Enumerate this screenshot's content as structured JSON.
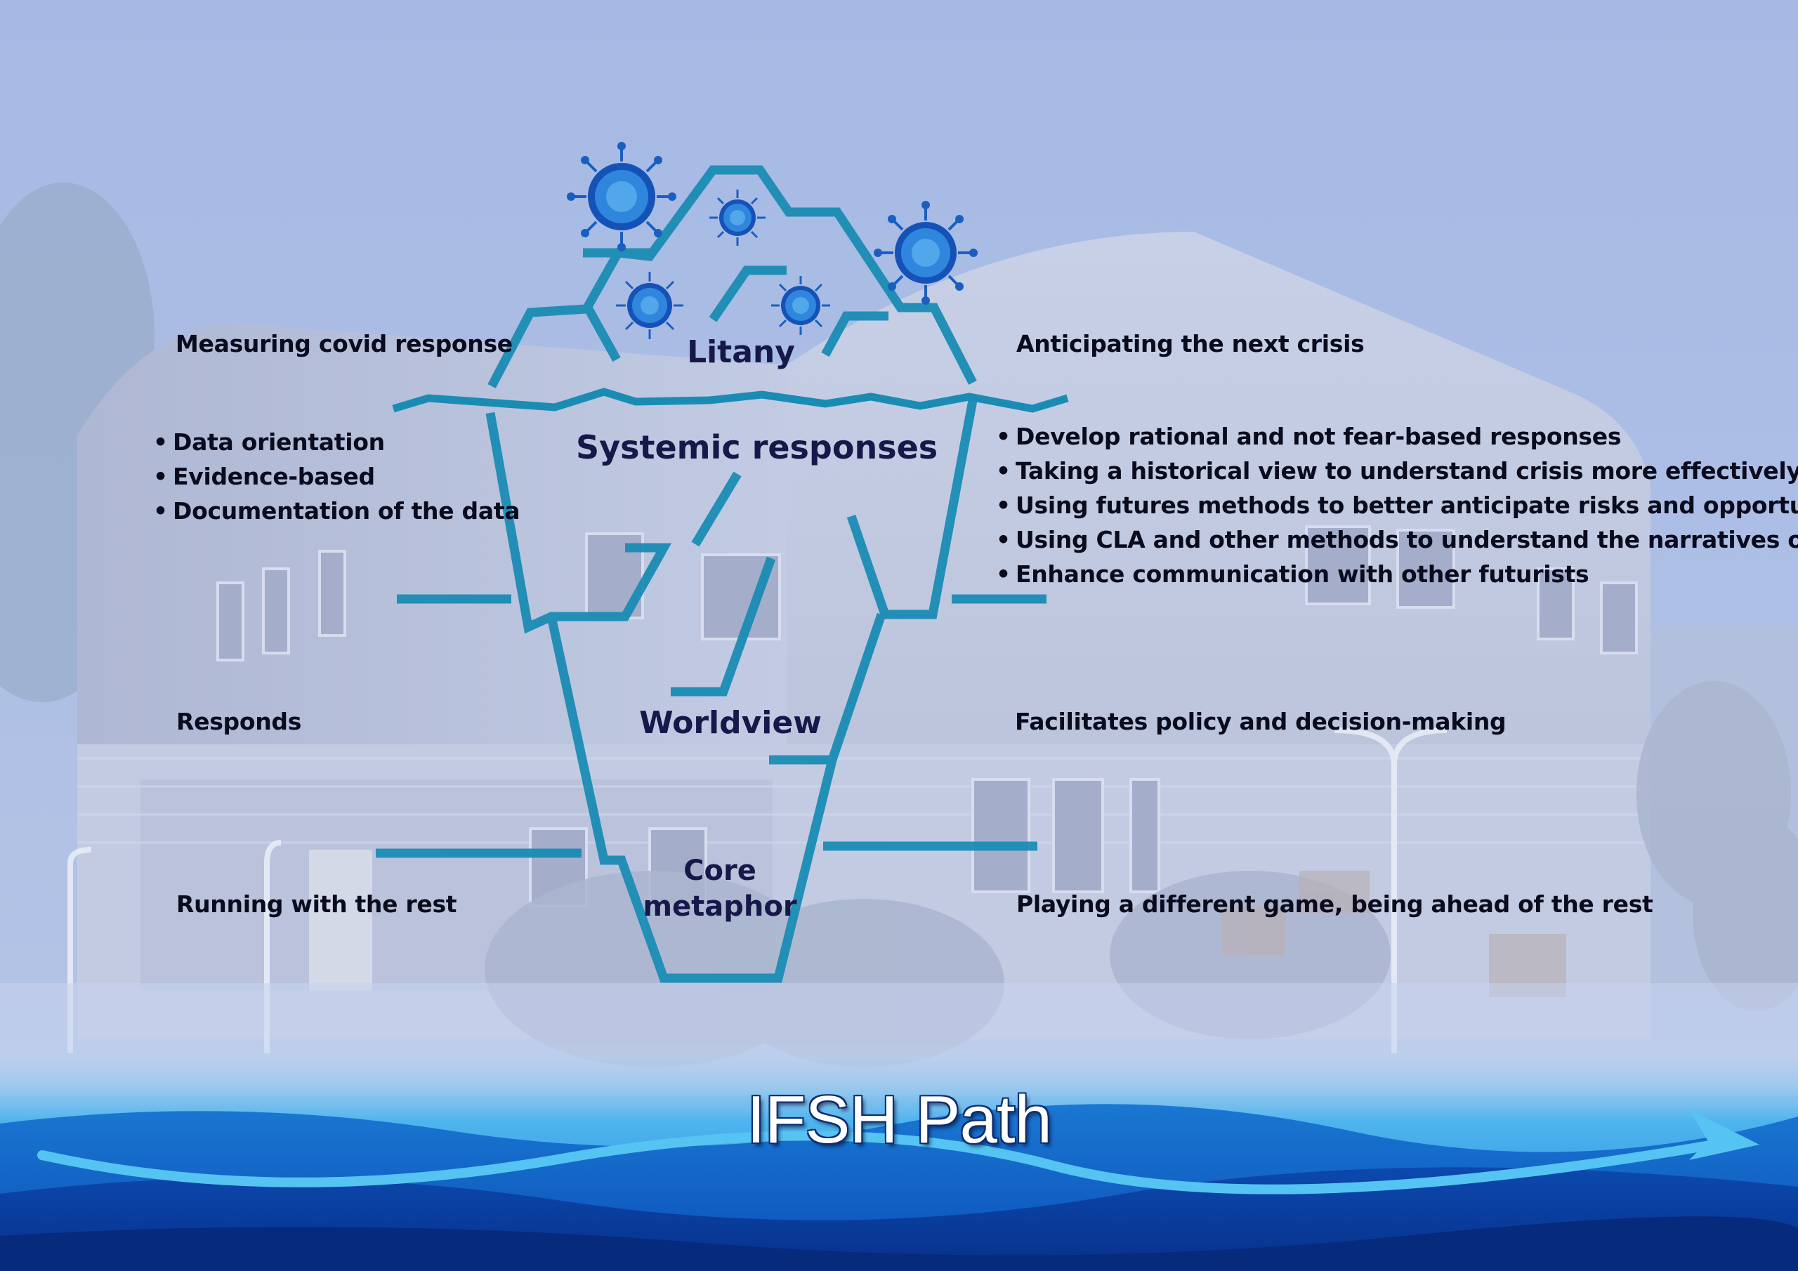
{
  "layers": {
    "litany": "Litany",
    "systemic": "Systemic responses",
    "worldview": "Worldview",
    "metaphor_line1": "Core",
    "metaphor_line2": "metaphor"
  },
  "left": {
    "litany": "Measuring covid response",
    "systemic_bullets": [
      "Data orientation",
      "Evidence-based",
      "Documentation of the data"
    ],
    "worldview": "Responds",
    "metaphor": "Running with the rest"
  },
  "right": {
    "litany": "Anticipating the next crisis",
    "systemic_bullets": [
      "Develop rational and not fear-based responses",
      "Taking a historical view to understand crisis more effectively",
      "Using futures methods to better anticipate risks and opportunities",
      "Using CLA and other methods to understand the narratives of others",
      "Enhance communication with other futurists"
    ],
    "worldview": "Facilitates policy and decision-making",
    "metaphor": "Playing a different game, being ahead of the rest"
  },
  "footer": {
    "title": "IFSH Path"
  },
  "icons": [
    "virus-icon",
    "iceberg-outline",
    "wave-arrow"
  ],
  "colors": {
    "sky": "#a9bde6",
    "iceberg_stroke": "#1a8cb4",
    "layer_text": "#16184a",
    "wave_dark": "#0a3ea8",
    "wave_light": "#2fb0ee",
    "virus": "#1a5fbf"
  }
}
